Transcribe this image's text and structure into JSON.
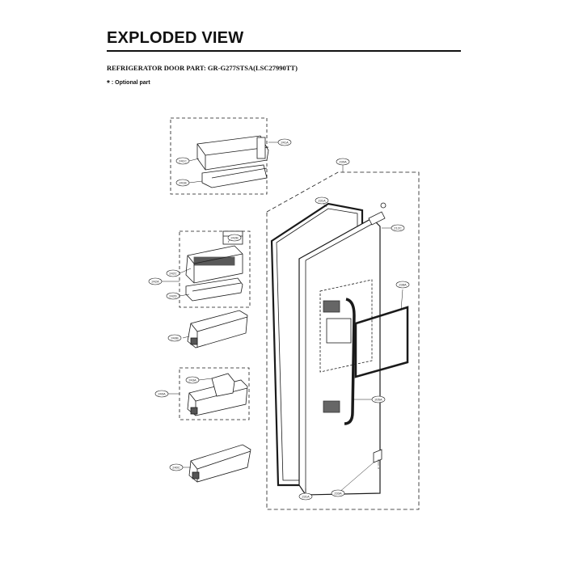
{
  "header": {
    "title": "EXPLODED VIEW",
    "subtitle": "REFRIGERATOR DOOR PART: GR-G277STSA(LSC27990TT)",
    "note_star": "*",
    "note_text": ": Optional part"
  },
  "callouts": {
    "c241A": "241A",
    "c241C": "241C",
    "c241B": "241B",
    "c242B": "242B",
    "c242C": "242C",
    "c242A": "242A",
    "c242D": "242D",
    "c240B": "240B",
    "c243A": "243A",
    "c240A": "240A",
    "c240C": "240C",
    "c230A": "230A",
    "c231A_top": "231A",
    "c212C": "212C",
    "c238A": "238A",
    "c205A": "205A",
    "c231A_bottom": "231A",
    "c233A": "233A",
    "c1": "1"
  },
  "colors": {
    "ink": "#1a1a1a",
    "fill_light": "#ffffff",
    "fill_dark": "#555555"
  }
}
